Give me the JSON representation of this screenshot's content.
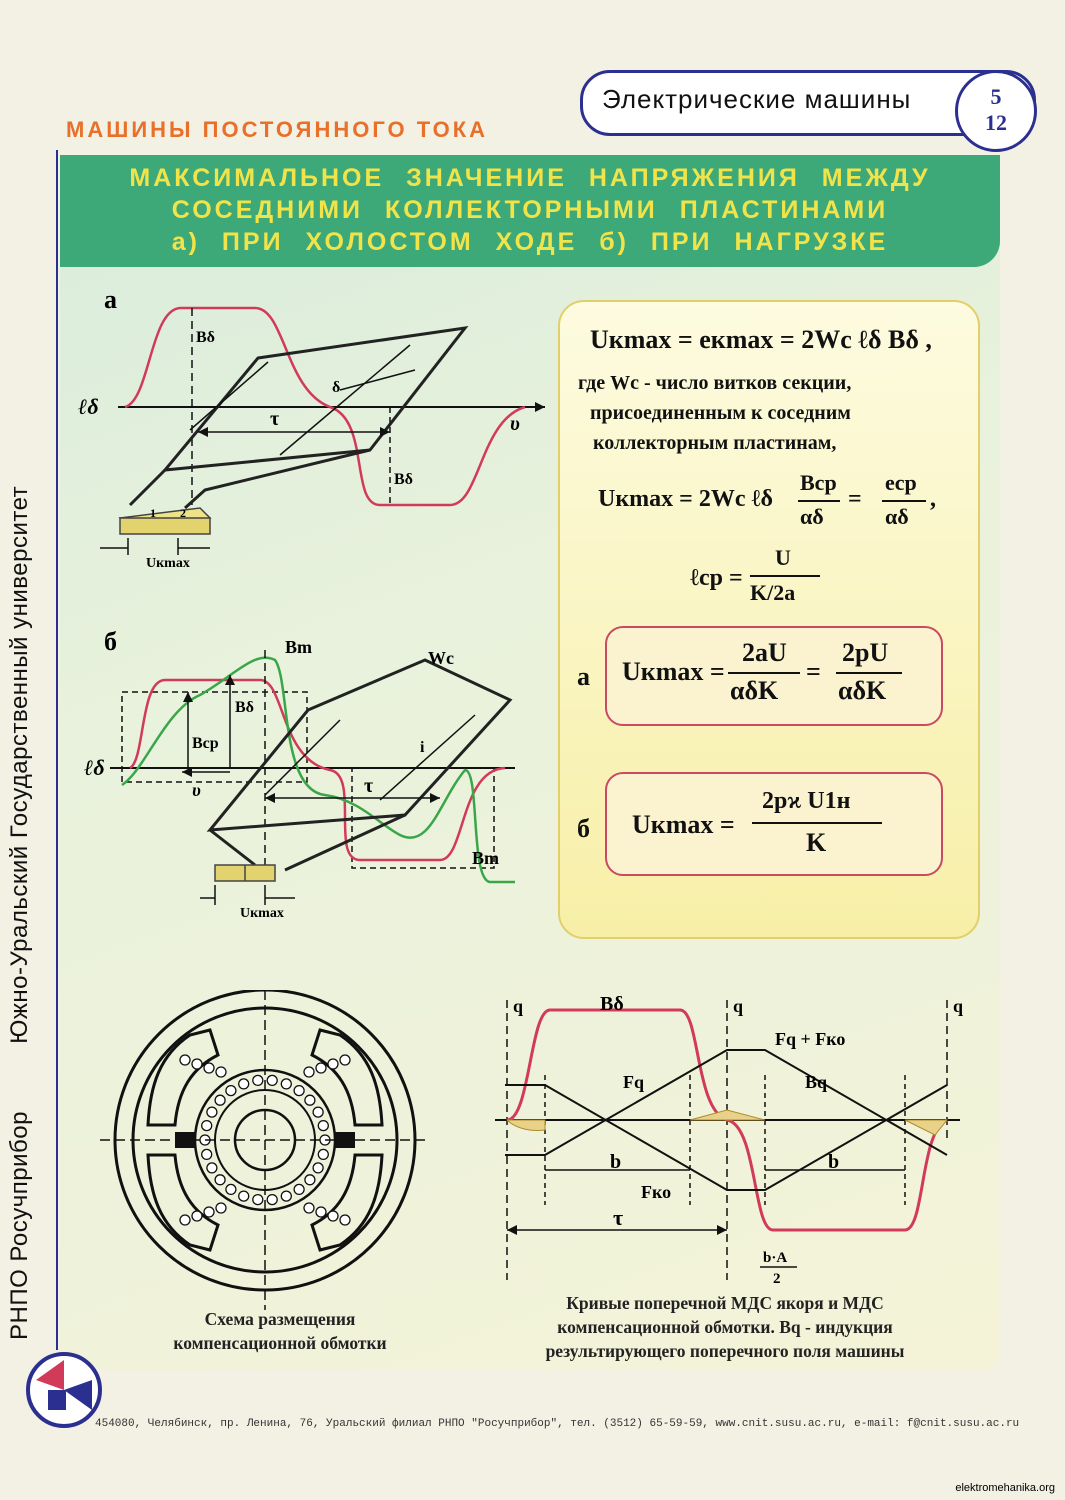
{
  "header": {
    "subject": "Электрические машины",
    "page_top": "5",
    "page_bottom": "12",
    "section": "МАШИНЫ ПОСТОЯННОГО ТОКА"
  },
  "title": {
    "line1": "МАКСИМАЛЬНОЕ ЗНАЧЕНИЕ НАПРЯЖЕНИЯ МЕЖДУ",
    "line2": "СОСЕДНИМИ КОЛЛЕКТОРНЫМИ ПЛАСТИНАМИ",
    "line3": "а) ПРИ ХОЛОСТОМ ХОДЕ    б) ПРИ НАГРУЗКЕ"
  },
  "side_text": {
    "org": "РНПО Росучприбор",
    "university": "Южно-Уральский Государственный университет"
  },
  "diagram_a": {
    "label": "а",
    "b_delta": "Bδ",
    "b_delta_2": "Bδ",
    "l_delta": "ℓδ",
    "tau": "τ",
    "delta": "δ",
    "v": "υ",
    "plate_1": "1",
    "plate_2": "2",
    "u_kmax": "Uкmax"
  },
  "diagram_b": {
    "label": "б",
    "b_m": "Bm",
    "b_m_2": "Bm",
    "w_c": "Wc",
    "b_delta": "Bδ",
    "b_cp": "Bср",
    "l_delta": "ℓδ",
    "v": "υ",
    "tau": "τ",
    "i": "i",
    "u_kmax": "Uкmax"
  },
  "formulas": {
    "f1": "Uкmax = eкmax = 2Wc ℓδ Bδ ,",
    "where_1": "где Wc - число витков секции,",
    "where_2": "присоединенным к соседним",
    "where_3": "коллекторным пластинам,",
    "f2_left": "Uкmax = 2Wc ℓδ",
    "f2_num1": "Bср",
    "f2_den1": "αδ",
    "f2_num2": "eср",
    "f2_den2": "αδ",
    "f3_left": "ℓср =",
    "f3_num": "U",
    "f3_den": "K/2a",
    "label_a": "а",
    "fa_left": "Uкmax =",
    "fa_num1": "2aU",
    "fa_den1": "αδK",
    "fa_num2": "2pU",
    "fa_den2": "αδK",
    "label_b": "б",
    "fb_left": "Uкmax =",
    "fb_num": "2pϰ U1н",
    "fb_den": "K"
  },
  "scheme": {
    "caption_1": "Схема размещения",
    "caption_2": "компенсационной обмотки"
  },
  "curves": {
    "q1": "q",
    "q2": "q",
    "q3": "q",
    "b_delta": "Bδ",
    "fq_fko": "Fq + Fко",
    "fq": "Fq",
    "bq": "Bq",
    "b1": "b",
    "b2": "b",
    "fko": "Fко",
    "tau": "τ",
    "ba_num": "b·A",
    "ba_den": "2",
    "caption_1": "Кривые поперечной МДС якоря и МДС",
    "caption_2": "компенсационной обмотки. Bq - индукция",
    "caption_3": "результирующего поперечного поля машины"
  },
  "footer": {
    "address": "454080, Челябинск, пр. Ленина, 76, Уральский филиал РНПО \"Росучприбор\", тел. (3512) 65-59-59, www.cnit.susu.ac.ru, e-mail: f@cnit.susu.ac.ru",
    "site": "elektromehanika.org"
  },
  "colors": {
    "navy": "#2b2f8f",
    "green_header": "#3ea978",
    "yellow_text": "#f1e44a",
    "orange": "#e8702a",
    "red_curve": "#d23a5a",
    "green_curve": "#3aa64a",
    "blue_line": "#4a8fd8"
  }
}
